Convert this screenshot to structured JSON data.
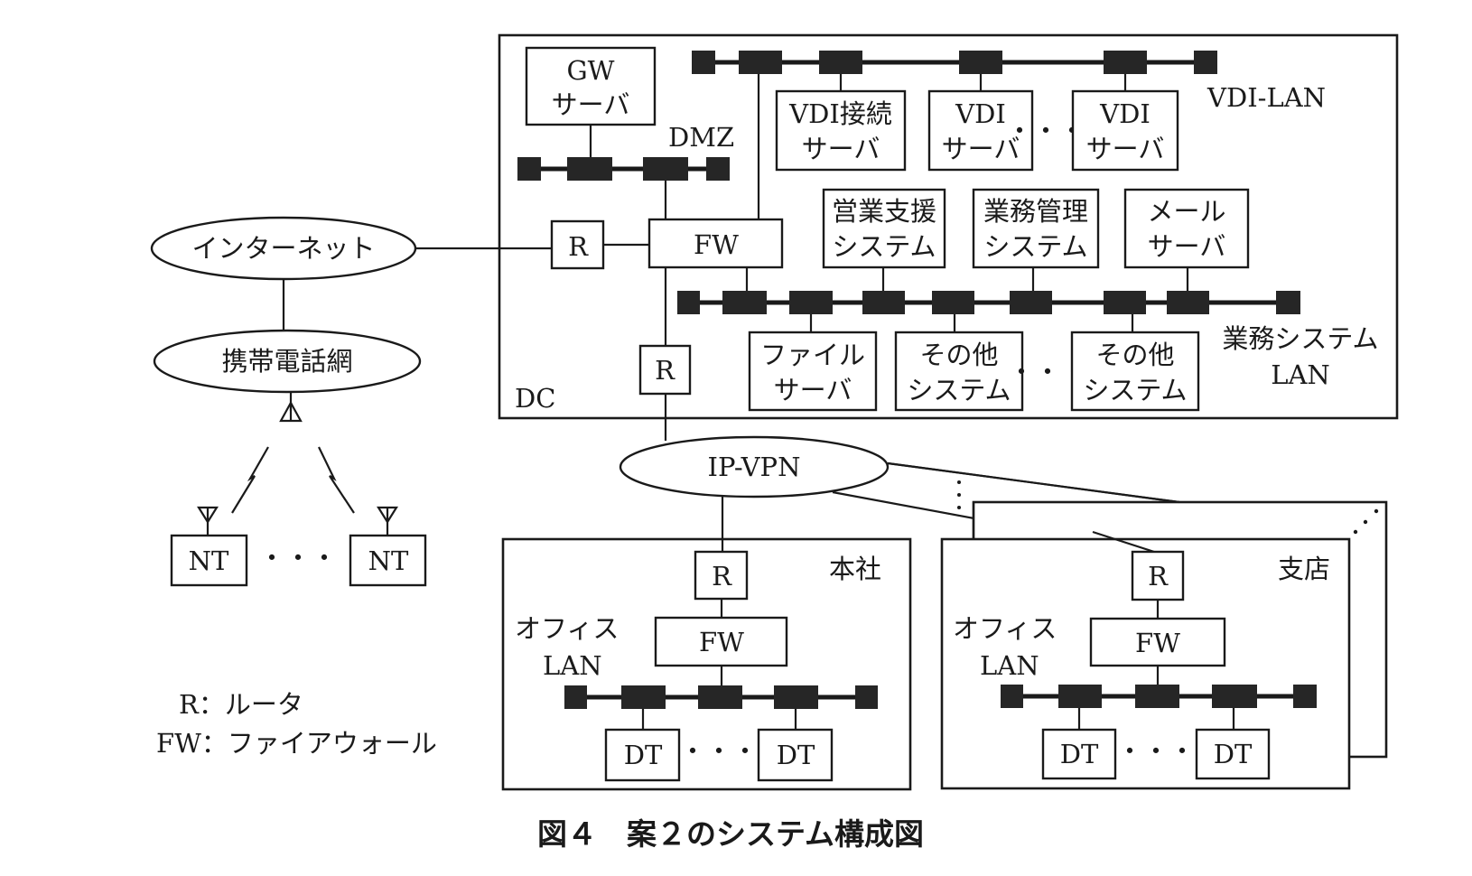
{
  "caption": "図４　案２のシステム構成図",
  "clouds": {
    "internet": "インターネット",
    "mobile": "携帯電話網",
    "ipvpn": "IP-VPN"
  },
  "dc": {
    "label": "DC",
    "gw_server": [
      "GW",
      "サーバ"
    ],
    "dmz_label": "DMZ",
    "router": "R",
    "firewall": "FW",
    "router_lower": "R",
    "vdi_lan_label": "VDI-LAN",
    "vdi_connect_server": [
      "VDI接続",
      "サーバ"
    ],
    "vdi_server_1": [
      "VDI",
      "サーバ"
    ],
    "vdi_server_2": [
      "VDI",
      "サーバ"
    ],
    "vdi_ellipsis": "・・・",
    "biz_lan_label": [
      "業務システム",
      "LAN"
    ],
    "sales_system": [
      "営業支援",
      "システム"
    ],
    "biz_mgmt_system": [
      "業務管理",
      "システム"
    ],
    "mail_server": [
      "メール",
      "サーバ"
    ],
    "file_server": [
      "ファイル",
      "サーバ"
    ],
    "other_system_1": [
      "その他",
      "システム"
    ],
    "other_system_2": [
      "その他",
      "システム"
    ],
    "biz_ellipsis": "・・・"
  },
  "terminals": {
    "nt_1": "NT",
    "nt_2": "NT",
    "ellipsis": "・・・"
  },
  "hq": {
    "label": "本社",
    "office_lan_label": [
      "オフィス",
      "LAN"
    ],
    "router": "R",
    "firewall": "FW",
    "dt_1": "DT",
    "dt_2": "DT",
    "ellipsis": "・・・"
  },
  "branch": {
    "label": "支店",
    "office_lan_label": [
      "オフィス",
      "LAN"
    ],
    "router": "R",
    "firewall": "FW",
    "dt_1": "DT",
    "dt_2": "DT",
    "ellipsis": "・・・"
  },
  "legend": {
    "r": "R：ルータ",
    "fw": "FW：ファイアウォール"
  }
}
